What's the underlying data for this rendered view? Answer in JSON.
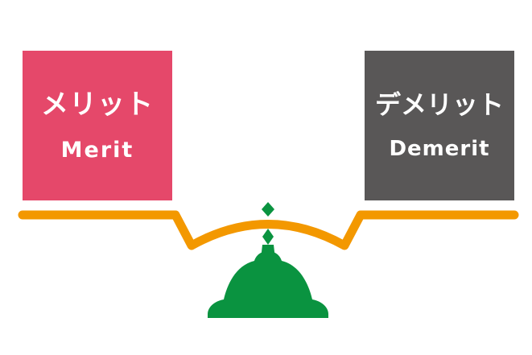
{
  "merit": {
    "title_jp": "メリット",
    "title_en": "Merit",
    "color": "#e5486a"
  },
  "demerit": {
    "title_jp": "デメリット",
    "title_en": "Demerit",
    "color": "#595757"
  },
  "scale": {
    "beam_color": "#f39800",
    "base_color": "#0a9340",
    "icon": "balance-scale"
  }
}
